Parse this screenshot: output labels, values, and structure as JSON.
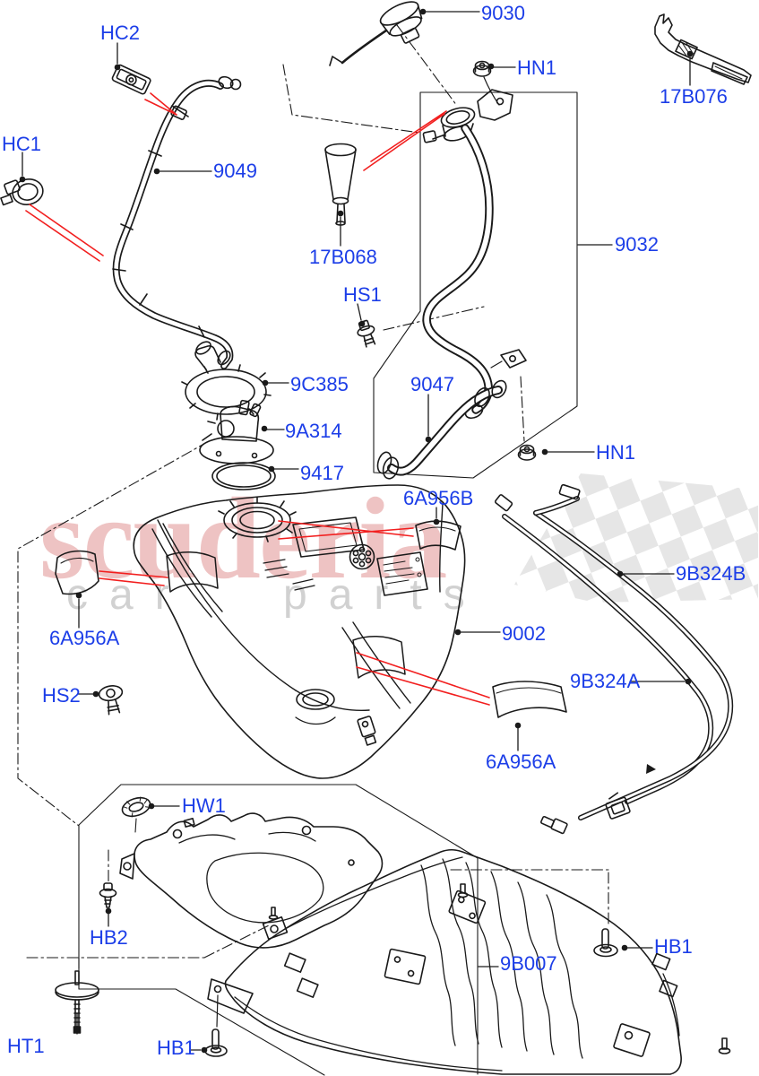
{
  "diagram": {
    "type": "exploded-parts-diagram",
    "subject": "Fuel tank and related parts"
  },
  "colors": {
    "label_blue": "#1c3ee8",
    "pointer_red": "#f21f1f",
    "line_black": "#1a1a1a",
    "watermark_pink": "#eab5b5",
    "watermark_gray": "#cdcdcd",
    "checker_gray": "#d9d9d9",
    "background": "#ffffff"
  },
  "watermark": {
    "brand": "scuderia",
    "line2": "car parts"
  },
  "callouts": [
    {
      "id": "HC2",
      "text": "HC2"
    },
    {
      "id": "9030",
      "text": "9030"
    },
    {
      "id": "HN1-top",
      "text": "HN1"
    },
    {
      "id": "17B076",
      "text": "17B076"
    },
    {
      "id": "HC1",
      "text": "HC1"
    },
    {
      "id": "9049",
      "text": "9049"
    },
    {
      "id": "17B068",
      "text": "17B068"
    },
    {
      "id": "9032",
      "text": "9032"
    },
    {
      "id": "HS1",
      "text": "HS1"
    },
    {
      "id": "9C385",
      "text": "9C385"
    },
    {
      "id": "9047",
      "text": "9047"
    },
    {
      "id": "9A314",
      "text": "9A314"
    },
    {
      "id": "HN1-right",
      "text": "HN1"
    },
    {
      "id": "9417",
      "text": "9417"
    },
    {
      "id": "6A956B",
      "text": "6A956B"
    },
    {
      "id": "9B324B",
      "text": "9B324B"
    },
    {
      "id": "6A956A-left",
      "text": "6A956A"
    },
    {
      "id": "9002",
      "text": "9002"
    },
    {
      "id": "9B324A",
      "text": "9B324A"
    },
    {
      "id": "HS2",
      "text": "HS2"
    },
    {
      "id": "6A956A-bottom",
      "text": "6A956A"
    },
    {
      "id": "HW1",
      "text": "HW1"
    },
    {
      "id": "HB2",
      "text": "HB2"
    },
    {
      "id": "9B007",
      "text": "9B007"
    },
    {
      "id": "HB1-right",
      "text": "HB1"
    },
    {
      "id": "HT1",
      "text": "HT1"
    },
    {
      "id": "HB1-bottom",
      "text": "HB1"
    }
  ]
}
